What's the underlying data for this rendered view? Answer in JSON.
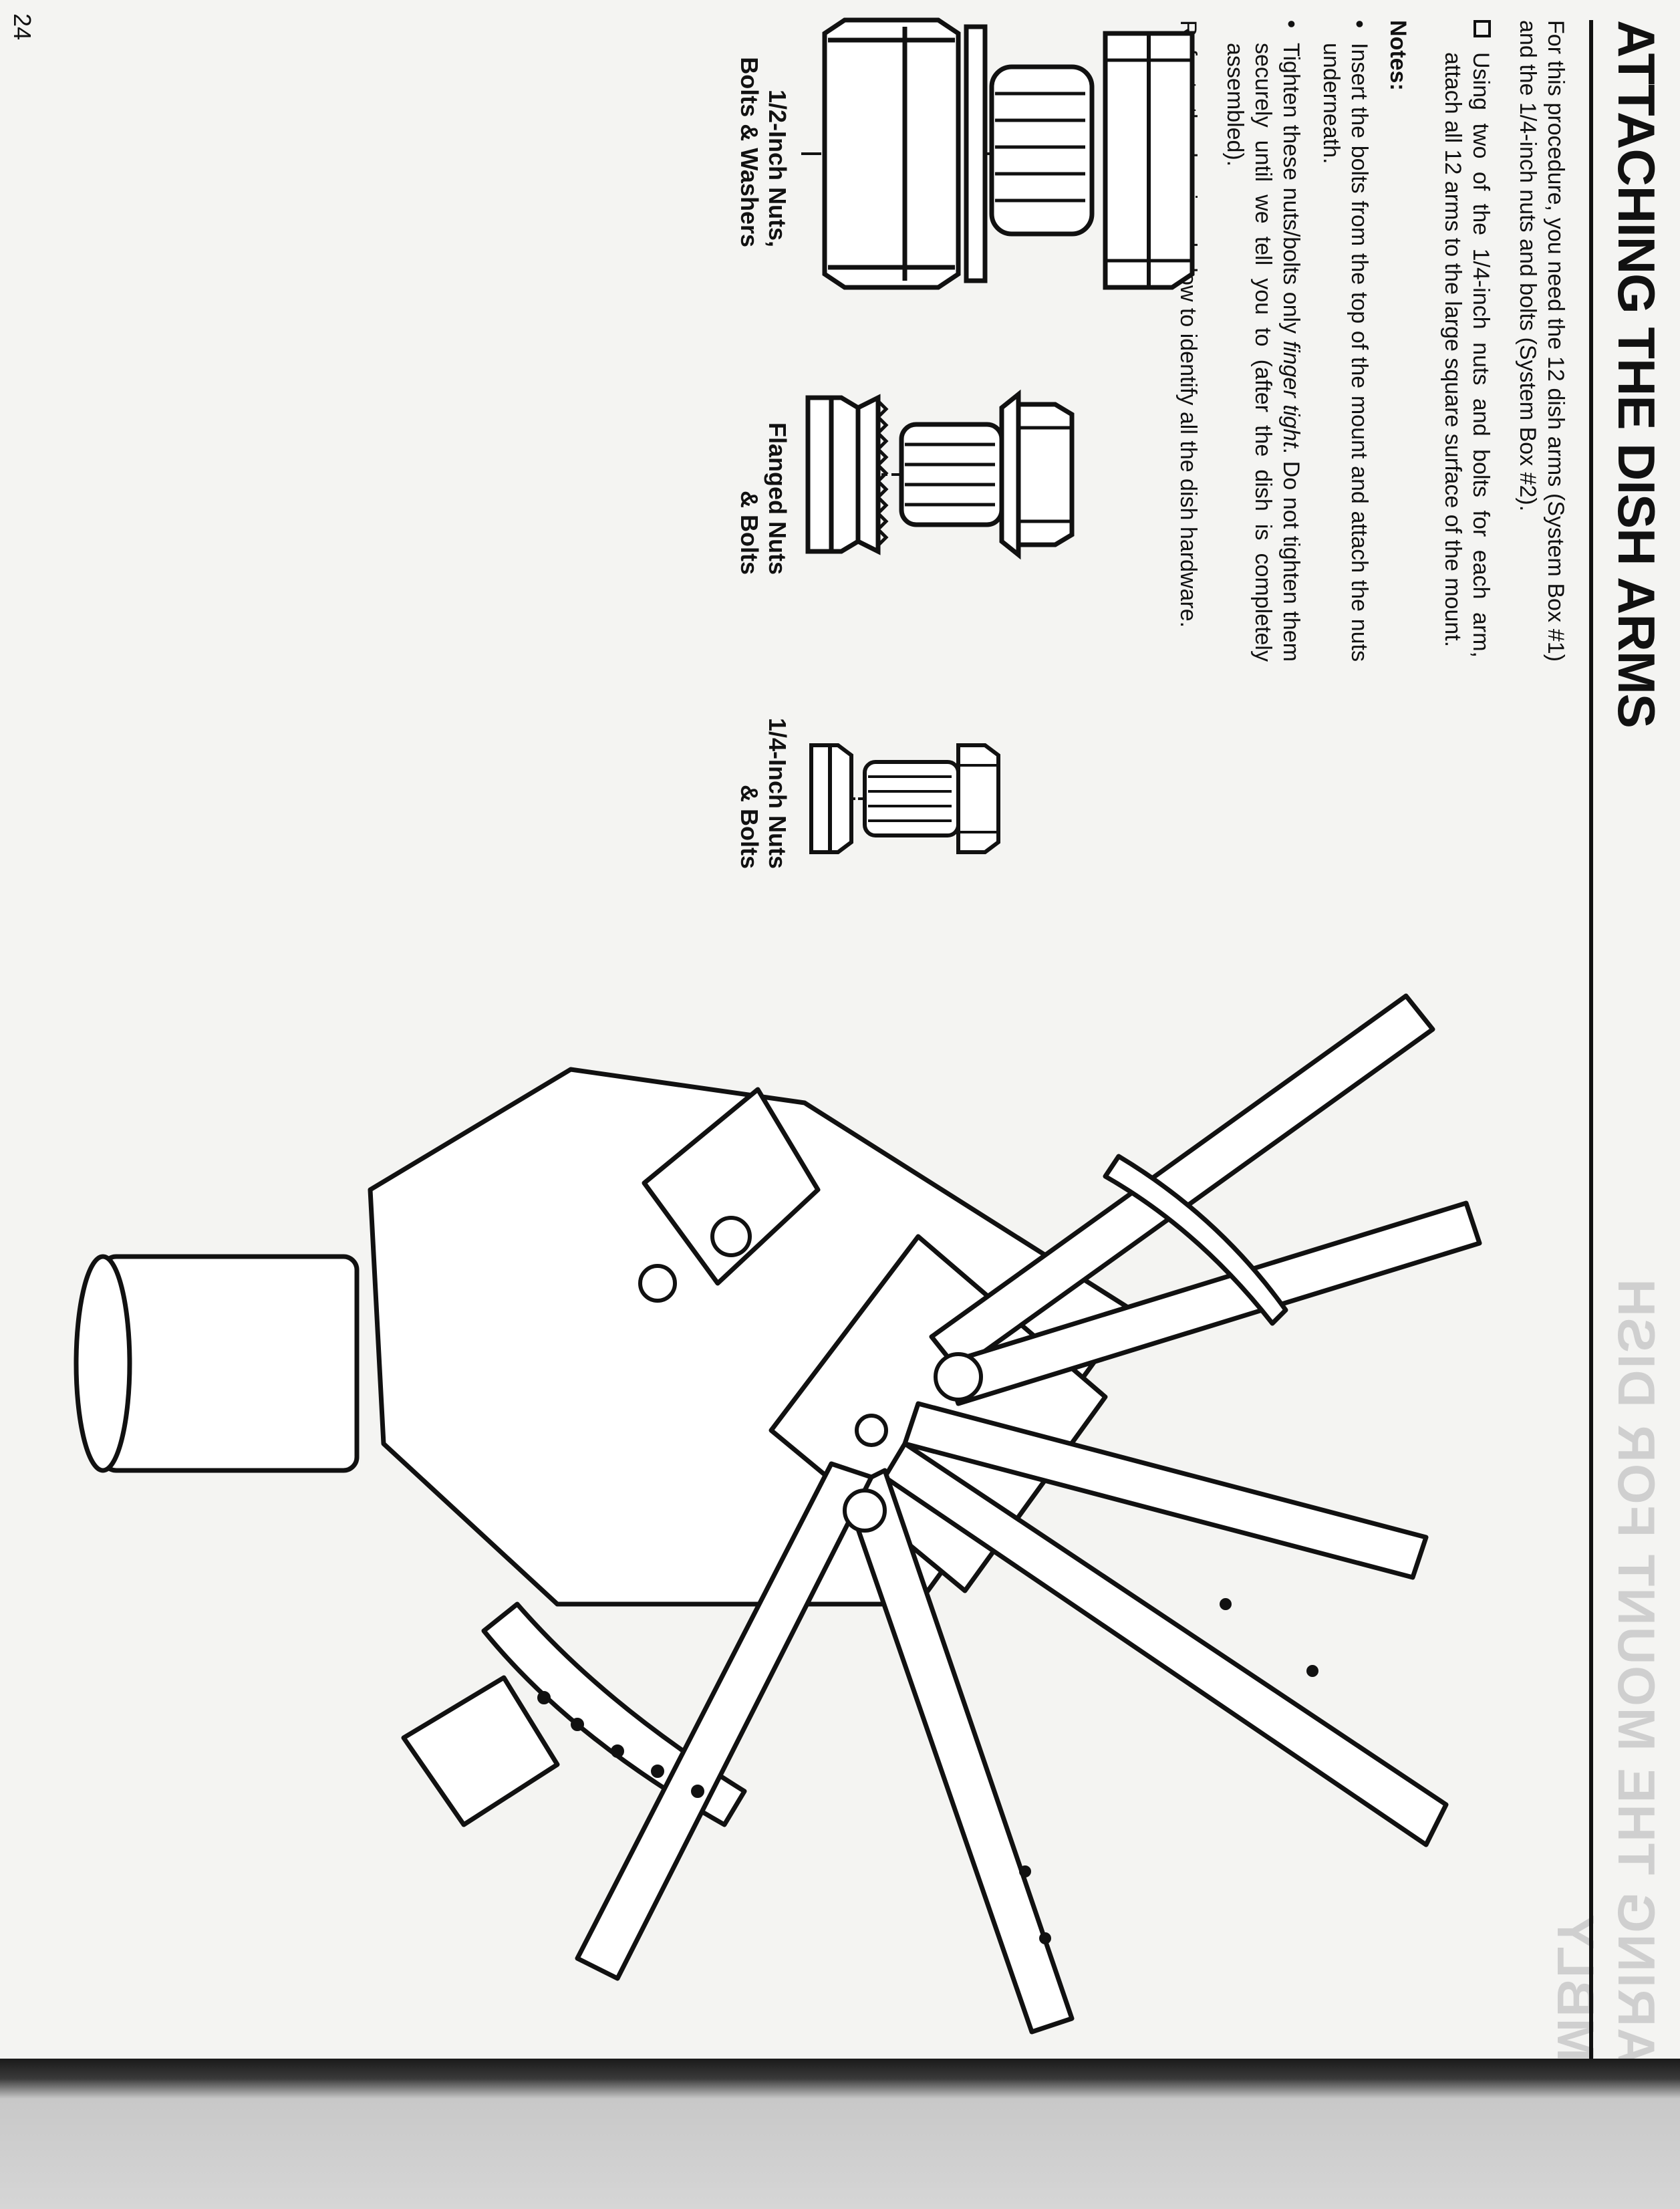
{
  "page": {
    "title": "ATTACHING THE DISH ARMS",
    "ghost_heading": "PREPARING THE MOUNT FOR DISH ASSEMBLY",
    "intro": "For this procedure, you need the 12 dish arms (System Box #1) and the 1/4-inch nuts and bolts (System Box #2).",
    "step": "Using two of the 1/4-inch nuts and bolts for each arm, attach all 12 arms to the large square surface of the mount.",
    "notes_heading": "Notes:",
    "note_1": "Insert the bolts from the top of the mount and attach the nuts underneath.",
    "note_2_before": "Tighten these nuts/bolts only ",
    "note_2_emph": "finger tight",
    "note_2_after": ". Do not tighten them securely until we tell you to (after the dish is completely assembled).",
    "refer": "Refer to the drawings below to identify all the dish hardware.",
    "page_number": "24"
  },
  "hardware": [
    {
      "label_line1": "1/2-Inch Nuts,",
      "label_line2": "Bolts & Washers",
      "icon": "half-inch-bolt-nut-washer-icon"
    },
    {
      "label_line1": "Flanged Nuts",
      "label_line2": "& Bolts",
      "icon": "flanged-bolt-nut-icon"
    },
    {
      "label_line1": "1/4-Inch Nuts",
      "label_line2": "& Bolts",
      "icon": "quarter-inch-bolt-nut-icon"
    }
  ],
  "colors": {
    "ink": "#111111",
    "paper": "#f4f4f2",
    "ghost": "#cfcfcf"
  }
}
